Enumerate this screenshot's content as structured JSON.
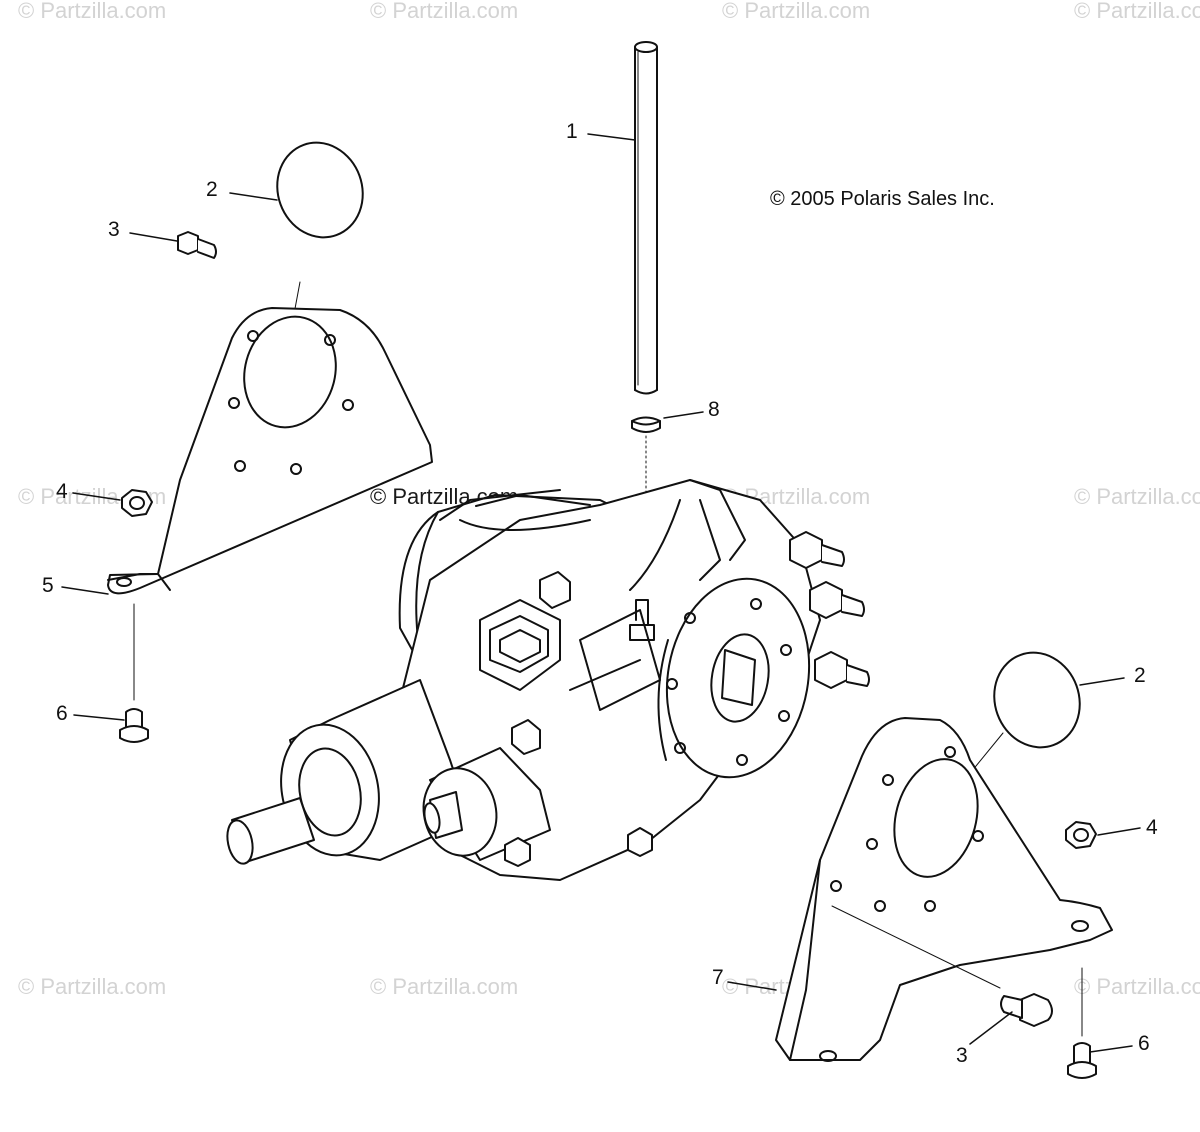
{
  "watermark": "© Partzilla.com",
  "copyright": "© 2005 Polaris Sales Inc.",
  "callouts": {
    "c1": "1",
    "c2a": "2",
    "c2b": "2",
    "c3a": "3",
    "c3b": "3",
    "c4a": "4",
    "c4b": "4",
    "c5": "5",
    "c6a": "6",
    "c6b": "6",
    "c7": "7",
    "c8": "8"
  }
}
